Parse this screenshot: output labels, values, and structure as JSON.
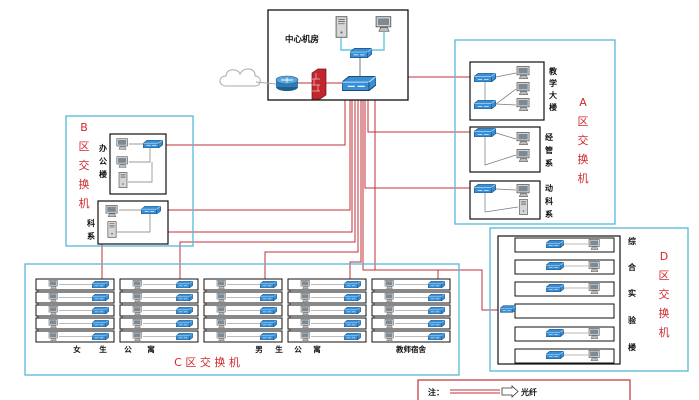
{
  "center": {
    "label": "中心机房"
  },
  "zone_a": {
    "vertical_label": [
      "A",
      "区",
      "交",
      "换",
      "机"
    ],
    "buildings": [
      {
        "chars": [
          "教",
          "学",
          "大",
          "楼"
        ]
      },
      {
        "chars": [
          "经",
          "管",
          "系"
        ]
      },
      {
        "chars": [
          "动",
          "科",
          "系"
        ]
      }
    ]
  },
  "zone_b": {
    "vertical_label": [
      "B",
      "区",
      "交",
      "换",
      "机"
    ],
    "buildings": [
      {
        "chars": [
          "办",
          "公",
          "楼"
        ]
      },
      {
        "chars": [
          "科",
          "系"
        ]
      }
    ]
  },
  "zone_c": {
    "title": "C 区 交 换 机",
    "building_labels": [
      {
        "chars": [
          "女",
          "生",
          "公",
          "寓"
        ]
      },
      {
        "chars": [
          "男",
          "生",
          "公",
          "寓"
        ]
      },
      {
        "text": "教师宿舍"
      }
    ]
  },
  "zone_d": {
    "vertical_label": [
      "D",
      "区",
      "交",
      "换",
      "机"
    ],
    "building_label": [
      "综",
      "合",
      "实",
      "验",
      "楼"
    ]
  },
  "legend": {
    "note_label": "注：",
    "fiber_label": "光纤"
  },
  "colors": {
    "fiber": "#c0303a",
    "zone_border": "#55b8d8",
    "zone_label": "#d0282e",
    "box_border": "#111111",
    "switch": "#3a8fd4",
    "router": "#2e7db5",
    "firewall": "#c0282e",
    "link": "#777777",
    "data_link": "#66c6e0"
  }
}
